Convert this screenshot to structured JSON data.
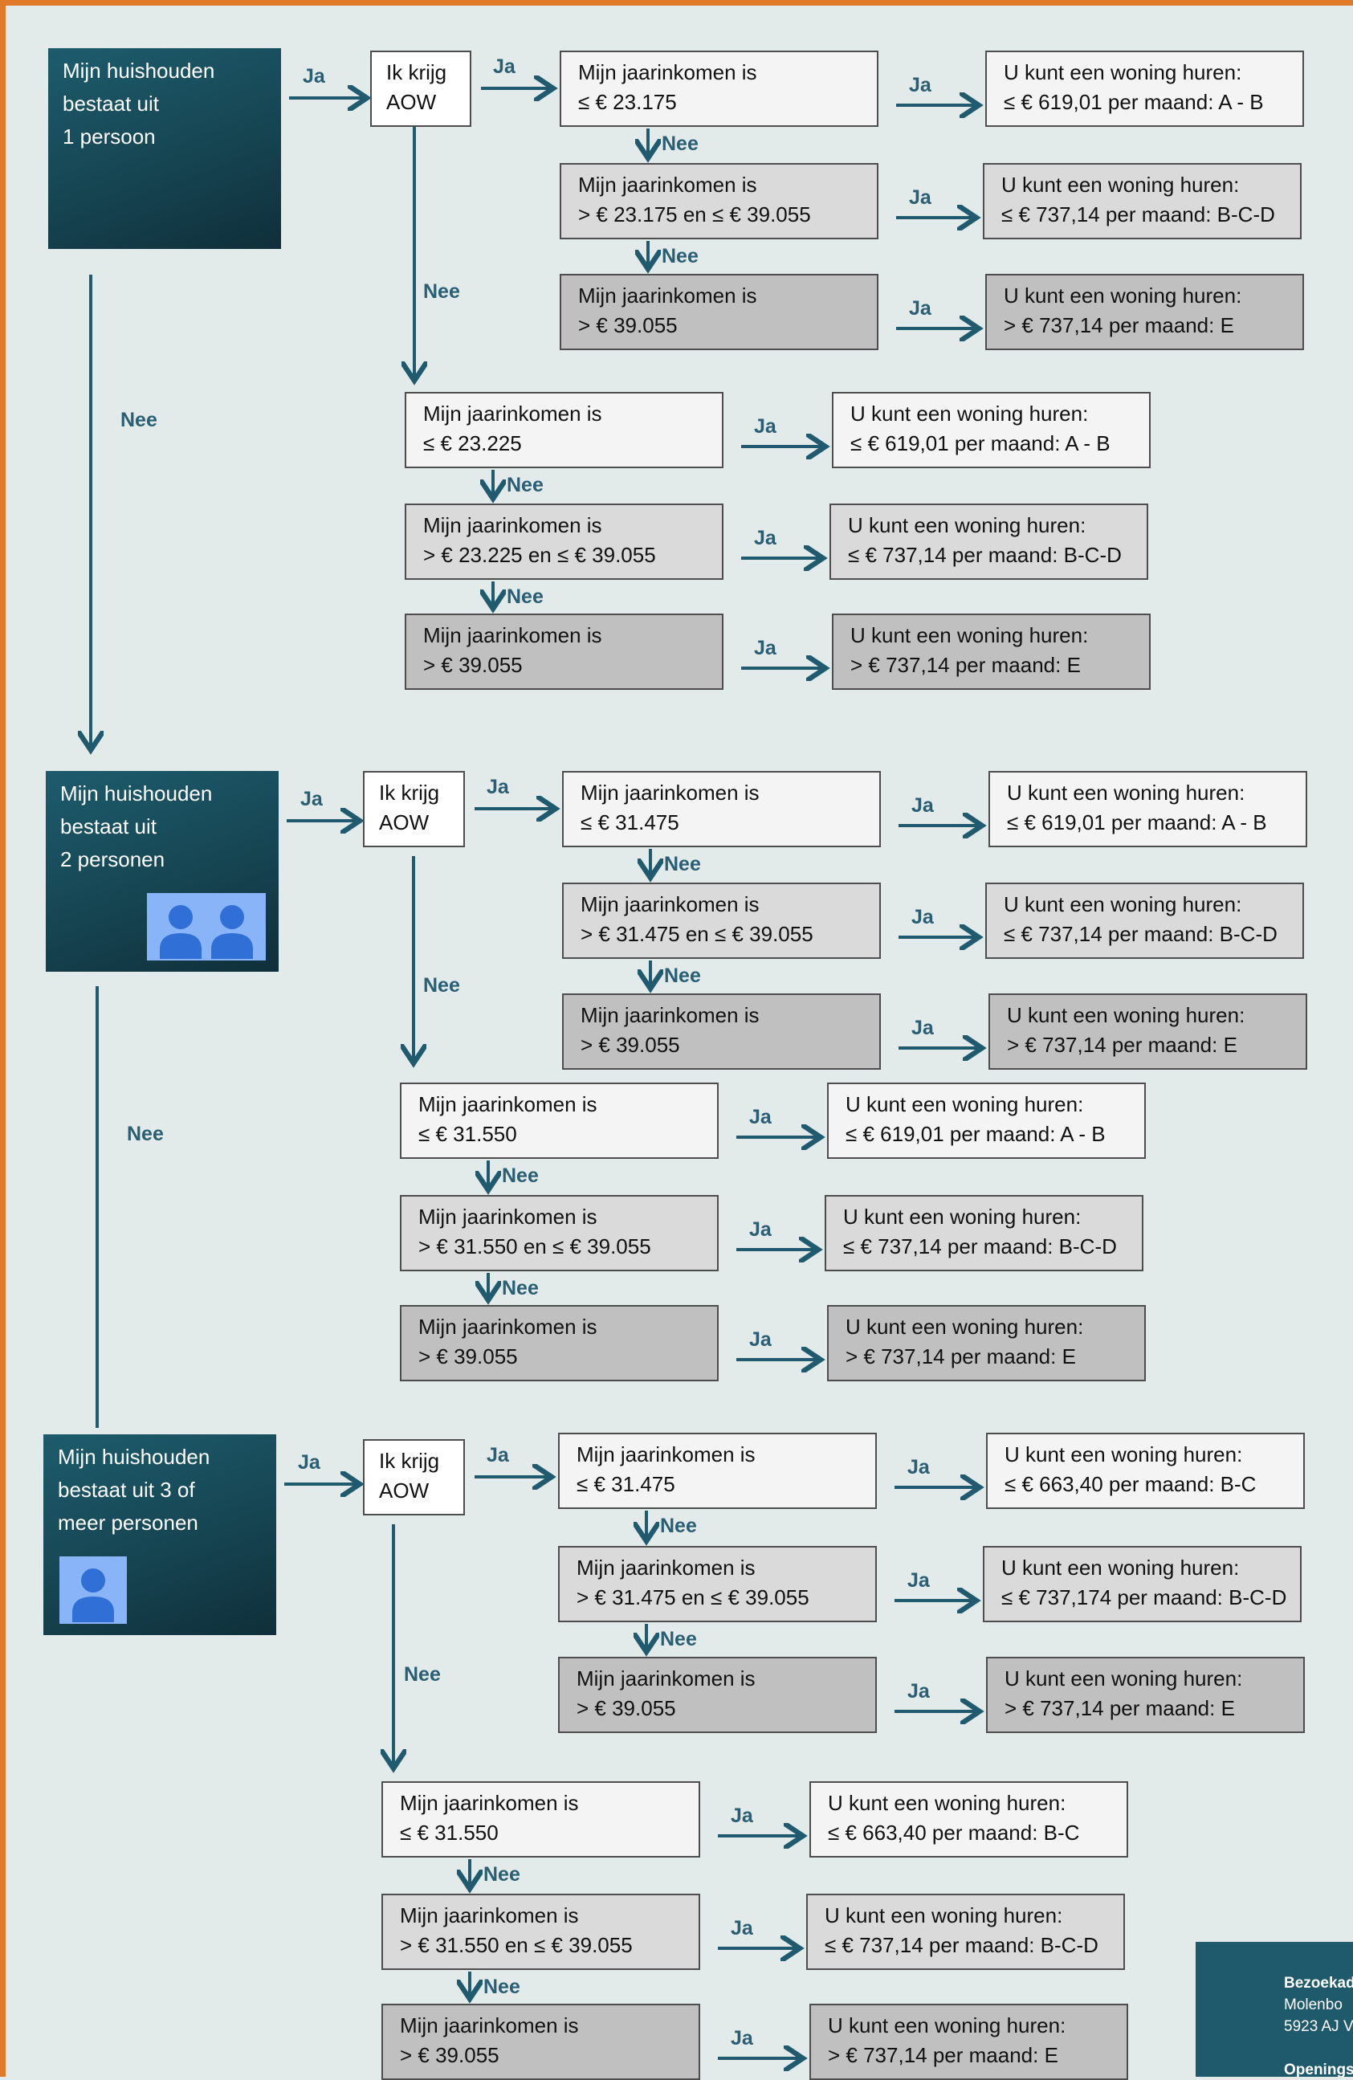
{
  "labels": {
    "yes": "Ja",
    "no": "Nee"
  },
  "sections": [
    {
      "household": [
        "Mijn huishouden",
        "bestaat uit",
        "1 persoon"
      ],
      "aow": [
        "Ik krijg",
        "AOW"
      ],
      "aow_rows": [
        {
          "income": [
            "Mijn jaarinkomen is",
            "≤ € 23.175"
          ],
          "result": [
            "U kunt een woning huren:",
            "≤ € 619,01 per maand: A - B"
          ]
        },
        {
          "income": [
            "Mijn jaarinkomen is",
            "> € 23.175 en ≤ € 39.055"
          ],
          "result": [
            "U kunt een woning huren:",
            "≤ € 737,14 per maand: B-C-D"
          ]
        },
        {
          "income": [
            "Mijn jaarinkomen is",
            "> € 39.055"
          ],
          "result": [
            "U kunt een woning huren:",
            "> € 737,14 per maand: E"
          ]
        }
      ],
      "no_aow_rows": [
        {
          "income": [
            "Mijn jaarinkomen is",
            "≤ € 23.225"
          ],
          "result": [
            "U kunt een woning huren:",
            "≤ € 619,01 per maand: A - B"
          ]
        },
        {
          "income": [
            "Mijn jaarinkomen is",
            "> € 23.225 en ≤ € 39.055"
          ],
          "result": [
            "U kunt een woning huren:",
            "≤ € 737,14 per maand: B-C-D"
          ]
        },
        {
          "income": [
            "Mijn jaarinkomen is",
            "> € 39.055"
          ],
          "result": [
            "U kunt een woning huren:",
            "> € 737,14 per maand: E"
          ]
        }
      ]
    },
    {
      "household": [
        "Mijn huishouden",
        "bestaat uit",
        "2 personen"
      ],
      "icon": "two-persons-icon",
      "aow": [
        "Ik krijg",
        "AOW"
      ],
      "aow_rows": [
        {
          "income": [
            "Mijn jaarinkomen is",
            "≤ € 31.475"
          ],
          "result": [
            "U kunt een woning huren:",
            "≤ € 619,01 per maand: A - B"
          ]
        },
        {
          "income": [
            "Mijn jaarinkomen is",
            "> € 31.475 en ≤ € 39.055"
          ],
          "result": [
            "U kunt een woning huren:",
            "≤ € 737,14 per maand: B-C-D"
          ]
        },
        {
          "income": [
            "Mijn jaarinkomen is",
            "> € 39.055"
          ],
          "result": [
            "U kunt een woning huren:",
            "> € 737,14 per maand: E"
          ]
        }
      ],
      "no_aow_rows": [
        {
          "income": [
            "Mijn jaarinkomen is",
            "≤ € 31.550"
          ],
          "result": [
            "U kunt een woning huren:",
            "≤ € 619,01 per maand: A - B"
          ]
        },
        {
          "income": [
            "Mijn jaarinkomen is",
            "> € 31.550 en ≤ € 39.055"
          ],
          "result": [
            "U kunt een woning huren:",
            "≤ € 737,14 per maand: B-C-D"
          ]
        },
        {
          "income": [
            "Mijn jaarinkomen is",
            "> € 39.055"
          ],
          "result": [
            "U kunt een woning huren:",
            "> € 737,14 per maand: E"
          ]
        }
      ]
    },
    {
      "household": [
        "Mijn huishouden",
        "bestaat uit 3 of",
        "meer personen"
      ],
      "icon": "person-icon",
      "aow": [
        "Ik krijg",
        "AOW"
      ],
      "aow_rows": [
        {
          "income": [
            "Mijn jaarinkomen is",
            "≤ € 31.475"
          ],
          "result": [
            "U kunt een woning huren:",
            "≤ € 663,40 per maand: B-C"
          ]
        },
        {
          "income": [
            "Mijn jaarinkomen is",
            "> € 31.475 en ≤ € 39.055"
          ],
          "result": [
            "U kunt een woning huren:",
            "≤ € 737,174 per maand: B-C-D"
          ]
        },
        {
          "income": [
            "Mijn jaarinkomen is",
            "> € 39.055"
          ],
          "result": [
            "U kunt een woning huren:",
            "> € 737,14 per maand: E"
          ]
        }
      ],
      "no_aow_rows": [
        {
          "income": [
            "Mijn jaarinkomen is",
            "≤ € 31.550"
          ],
          "result": [
            "U kunt een woning huren:",
            "≤ € 663,40 per maand: B-C"
          ]
        },
        {
          "income": [
            "Mijn jaarinkomen is",
            "> € 31.550 en ≤ € 39.055"
          ],
          "result": [
            "U kunt een woning huren:",
            "≤ € 737,14 per maand: B-C-D"
          ]
        },
        {
          "income": [
            "Mijn jaarinkomen is",
            "> € 39.055"
          ],
          "result": [
            "U kunt een woning huren:",
            "> € 737,14 per maand: E"
          ]
        }
      ]
    }
  ],
  "footer": {
    "lines": [
      "Bezoekad",
      "Molenbo",
      "5923 AJ V",
      "",
      "Openings"
    ]
  },
  "colors": {
    "frame": "#e07a2a",
    "arrow": "#1f5a6e",
    "label": "#2a5e73",
    "household_bg": "#164552"
  }
}
